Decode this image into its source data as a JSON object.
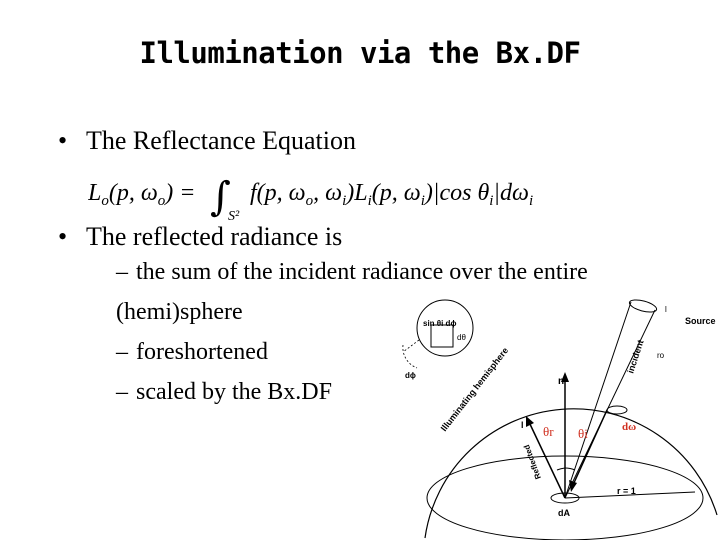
{
  "slide": {
    "title": "Illumination via the Bx.DF",
    "bullet1": "The Reflectance Equation",
    "bullet2": "The reflected radiance is",
    "sub_items": [
      {
        "line1": "the sum of the incident radiance over the entire",
        "line2": "(hemi)sphere"
      },
      {
        "line1": "foreshortened"
      },
      {
        "line1": "scaled by the Bx.DF"
      }
    ],
    "bullet_symbol": "•",
    "dash_symbol": "–"
  },
  "equation": {
    "lhs": "Lo(p,ωo) =",
    "integral_domain": "S²",
    "integrand": "f(p,ωo,ωi) Li(p,ωi) |cos θi| dωi"
  },
  "figure": {
    "labels": {
      "source": "Source",
      "li": "Li",
      "ro": "ro",
      "incident": "incident",
      "illuminating_hemisphere": "Illuminating hemisphere",
      "reflected": "Reflected",
      "n": "n",
      "theta_r": "θr",
      "theta_i": "θi",
      "domega": "dω",
      "r_eq": "r = 1",
      "dA": "dA",
      "sin_theta_dphi": "sin θi dϕ",
      "dtheta": "dθ",
      "dphi": "dϕ",
      "l": "l"
    },
    "colors": {
      "accent": "#d03020",
      "ink": "#000000"
    }
  }
}
